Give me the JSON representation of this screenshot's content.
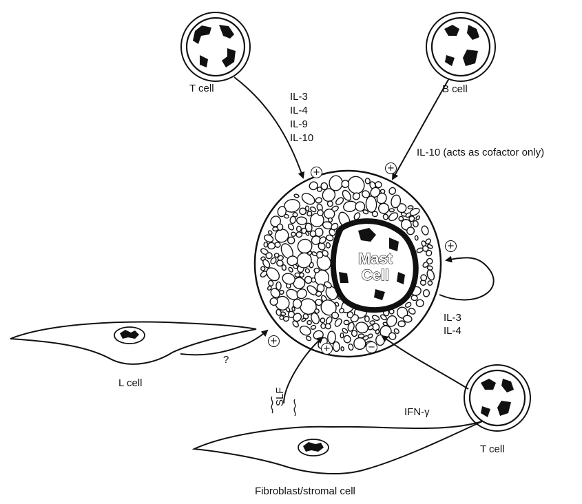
{
  "cells": {
    "t_cell_top": "T cell",
    "b_cell": "B cell",
    "l_cell": "L cell",
    "t_cell_bottom": "T cell",
    "fibroblast": "Fibroblast/stromal cell",
    "mast_line1": "Mast",
    "mast_line2": "Cell"
  },
  "signals": {
    "t_cell_cytokines": [
      "IL-3",
      "IL-4",
      "IL-9",
      "IL-10"
    ],
    "b_cell_cytokine": "IL-10 (acts as cofactor only)",
    "autocrine_cytokines": [
      "IL-3",
      "IL-4"
    ],
    "l_cell_factor": "?",
    "t_cell_bottom_cytokine": "IFN-γ",
    "fibroblast_factor": "SLF"
  },
  "effects": {
    "t_cell_top": "+",
    "b_cell": "+",
    "autocrine": "+",
    "l_cell": "+",
    "fibroblast": "+",
    "t_cell_bottom": "−"
  }
}
